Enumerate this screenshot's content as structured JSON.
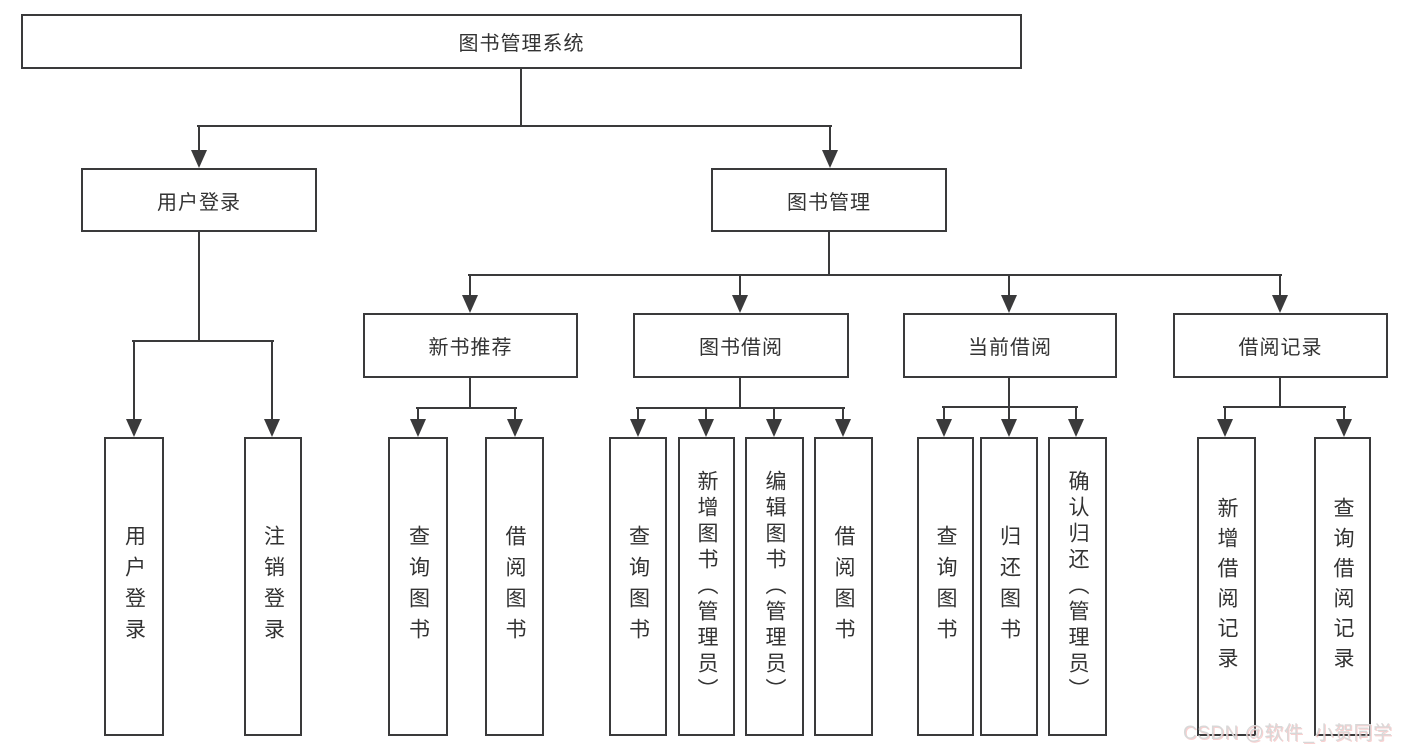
{
  "diagram": {
    "root": {
      "label": "图书管理系统"
    },
    "level2": [
      {
        "label": "用户登录"
      },
      {
        "label": "图书管理"
      }
    ],
    "level3": [
      {
        "label": "新书推荐"
      },
      {
        "label": "图书借阅"
      },
      {
        "label": "当前借阅"
      },
      {
        "label": "借阅记录"
      }
    ],
    "leaves": {
      "user_login": "用户登录",
      "logout": "注销登录",
      "nb_query": "查询图书",
      "nb_borrow": "借阅图书",
      "bb_query": "查询图书",
      "bb_add": "新增图书（管理员）",
      "bb_edit": "编辑图书（管理员）",
      "bb_borrow": "借阅图书",
      "cb_query": "查询图书",
      "cb_return": "归还图书",
      "cb_confirm": "确认归还（管理员）",
      "br_add": "新增借阅记录",
      "br_query": "查询借阅记录"
    },
    "watermark": "CSDN @软件_小贺同学",
    "colors": {
      "line": "#3a3a3b",
      "text": "#333333",
      "background": "#ffffff",
      "watermark": "#d8d8d8"
    }
  }
}
